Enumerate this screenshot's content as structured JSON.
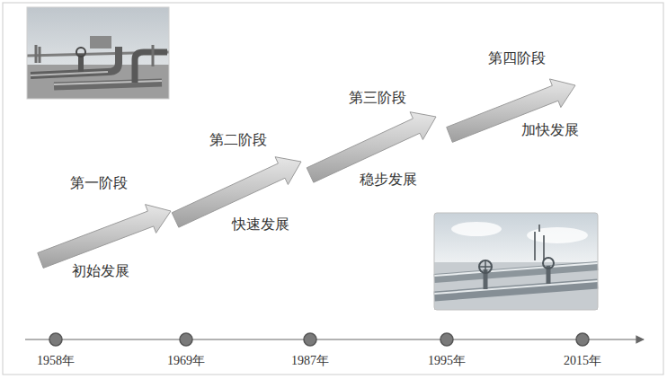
{
  "diagram": {
    "nodes": [
      {
        "text": [
          "第一阶段",
          "初始发展"
        ]
      },
      {
        "text": [
          "第二阶段",
          "快速发展"
        ]
      },
      {
        "text": [
          "第三阶段",
          "稳步发展"
        ]
      },
      {
        "text": [
          "第四阶段",
          "加快发展"
        ]
      }
    ],
    "labels": [
      "1958年",
      "1969年",
      "1987年",
      "1995年",
      "2015年"
    ]
  }
}
